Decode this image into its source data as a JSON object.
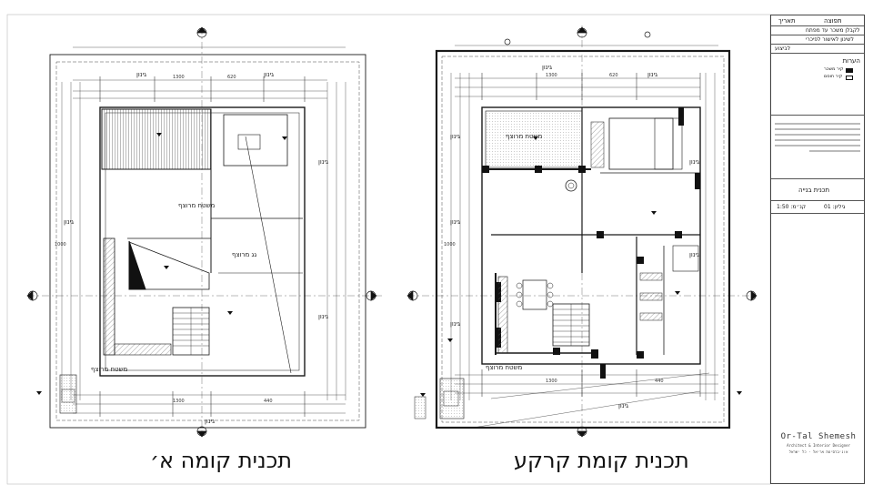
{
  "sheet": {
    "plan_first_floor": {
      "title": "תכנית קומה א׳",
      "room_labels": [
        "גינון",
        "גינון",
        "גינון",
        "גינון",
        "גינון",
        "גינון",
        "משטח מרוצף",
        "גג מרוצף",
        "משטח מרוצף"
      ]
    },
    "plan_ground_floor": {
      "title": "תכנית קומת קרקע",
      "room_labels": [
        "גינון",
        "גינון",
        "גינון",
        "גינון",
        "גינון",
        "גינון",
        "גינון",
        "גינון",
        "משטח מרוצף",
        "משטח מרוצף"
      ]
    },
    "dimensions_first": [
      "1300",
      "620",
      "1300",
      "1000",
      "440"
    ],
    "dimensions_ground": [
      "1300",
      "620",
      "1300",
      "1000",
      "440"
    ]
  },
  "title_block": {
    "header_date": "תאריך",
    "header_issue": "תפוצה",
    "row_issue1": "לקבלן משכר עד מפתח",
    "row_issue2": "לשינון לאישור לפיכרי",
    "row_issue3": "לביצוע",
    "notes_label": "הערות",
    "legend1": "קיר משכר",
    "legend2": "קיר חוסם",
    "drawing_name": "תכנית בנייה",
    "sheet_label": "גיליון: 01",
    "scale_label": "קנ״מ: 1:50",
    "brand_name": "Or-Tal Shemesh",
    "brand_subtitle": "Architect & Interior Designer",
    "brand_address": "אוניברסיטת אריאל · כל ישראל"
  },
  "colors": {
    "line": "#1a1a1a",
    "hatch": "#555555",
    "paper": "#ffffff"
  }
}
